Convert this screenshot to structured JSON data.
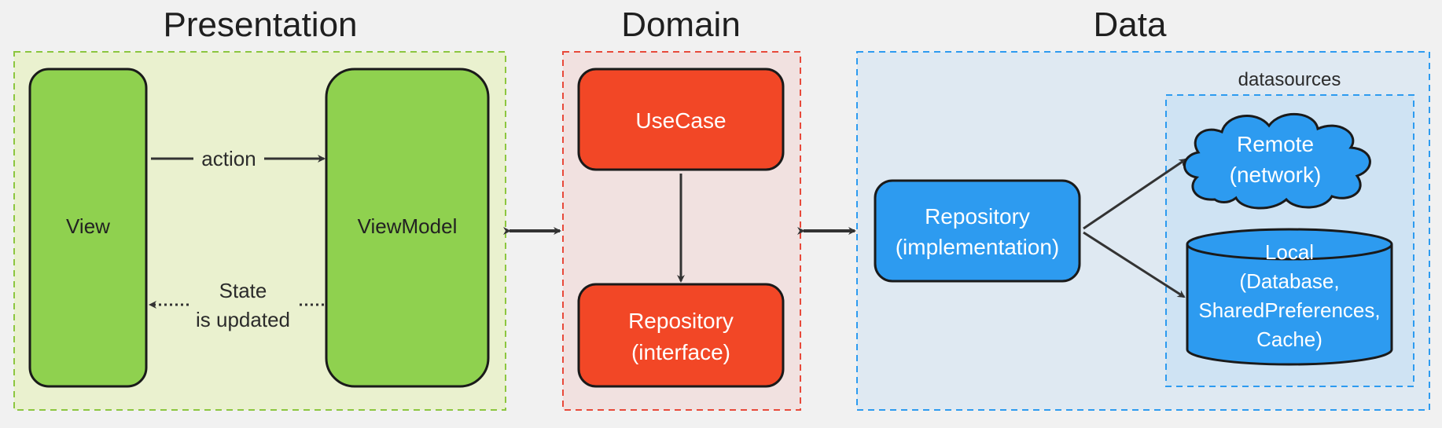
{
  "layers": {
    "presentation": {
      "title": "Presentation"
    },
    "domain": {
      "title": "Domain"
    },
    "data": {
      "title": "Data"
    }
  },
  "datasources": {
    "title": "datasources"
  },
  "nodes": {
    "view": {
      "label": "View"
    },
    "viewmodel": {
      "label": "ViewModel"
    },
    "usecase": {
      "label": "UseCase"
    },
    "repo_interface": {
      "line1": "Repository",
      "line2": "(interface)"
    },
    "repo_impl": {
      "line1": "Repository",
      "line2": "(implementation)"
    },
    "remote": {
      "line1": "Remote",
      "line2": "(network)"
    },
    "local": {
      "line1": "Local",
      "line2": "(Database,",
      "line3": "SharedPreferences,",
      "line4": "Cache)"
    }
  },
  "edges": {
    "action": {
      "label": "action"
    },
    "state": {
      "line1": "State",
      "line2": "is updated"
    }
  },
  "colors": {
    "presentation_bg": "#eaf1cf",
    "presentation_border": "#8cc63f",
    "presentation_node": "#8fd14f",
    "domain_bg": "#f1e1e0",
    "domain_border": "#e8493a",
    "domain_node": "#f24726",
    "data_bg": "#dfe9f2",
    "data_border": "#2d9bf0",
    "datasources_bg": "#cfe3f3",
    "data_node": "#2d9bf0",
    "stroke": "#1a1a1a",
    "arrow": "#333333"
  }
}
